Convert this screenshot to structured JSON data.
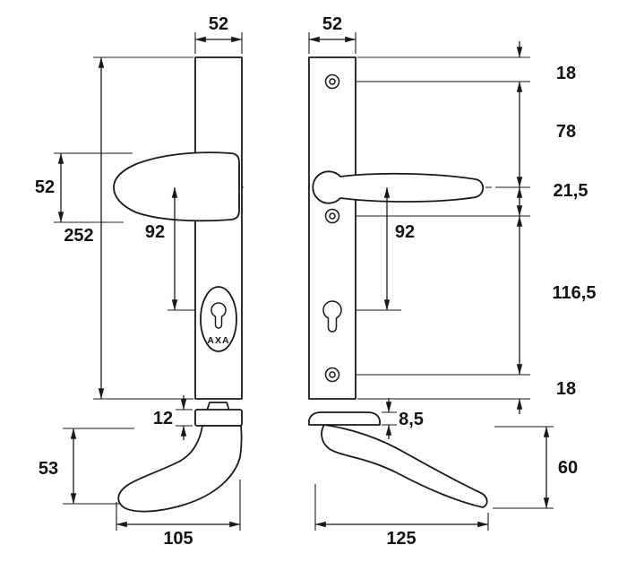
{
  "drawing": {
    "brand": "AXA",
    "labels": {
      "plate_width_left": "52",
      "plate_width_right": "52",
      "dist_top_to_screw": "18",
      "dist_screw_to_handle": "78",
      "dist_handle_to_screw": "21,5",
      "dist_screw_to_screw": "116,5",
      "dist_screw_to_bottom": "18",
      "knob_height": "52",
      "plate_height": "252",
      "pc_distance_knob": "92",
      "pc_distance_lever": "92",
      "knob_plate_thickness": "12",
      "lever_plate_thickness": "8,5",
      "knob_projection": "53",
      "lever_projection": "60",
      "knob_length": "105",
      "lever_length": "125"
    }
  }
}
